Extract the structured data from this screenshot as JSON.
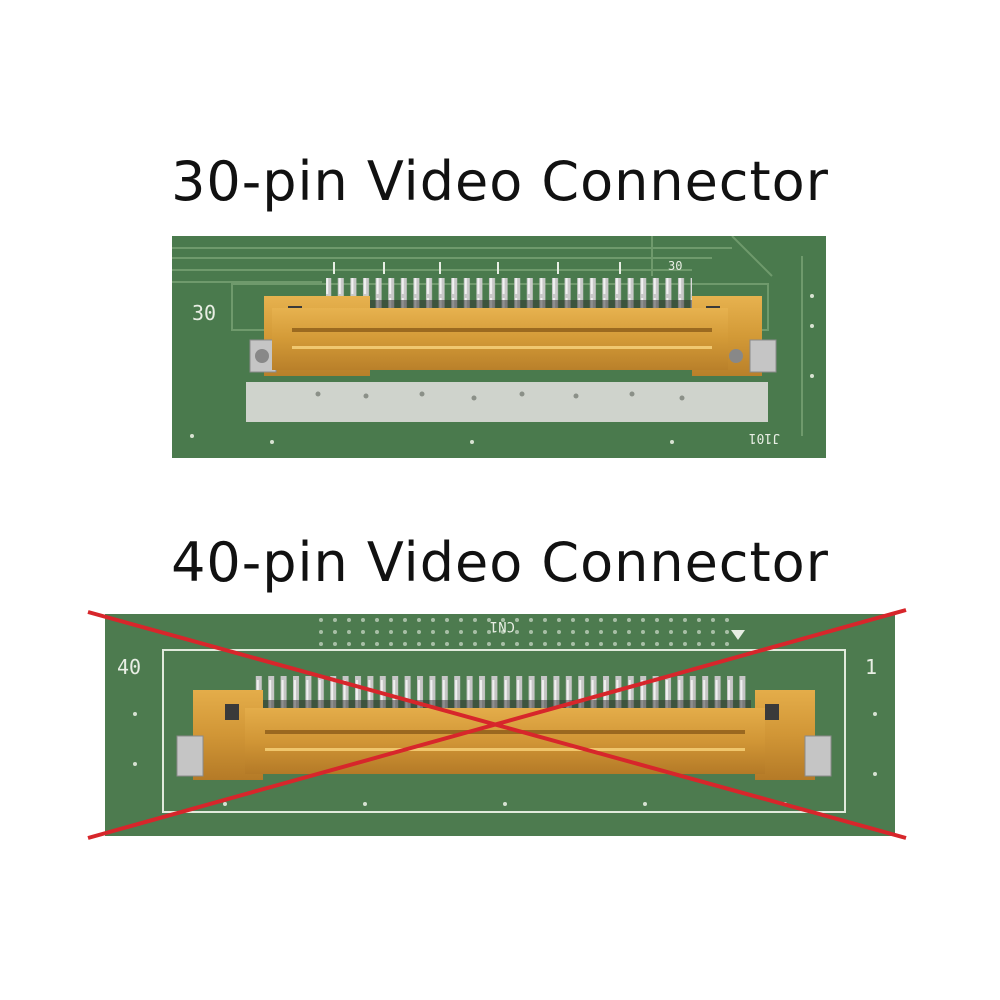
{
  "connectors": [
    {
      "title": "30-pin Video Connector",
      "board_label": "30",
      "pin_marker": "30",
      "designator": "J101",
      "pin_count": 30,
      "rejected": false
    },
    {
      "title": "40-pin Video Connector",
      "board_label_left": "40",
      "board_label_right": "1",
      "designator": "CN1",
      "pin_count": 40,
      "rejected": true
    }
  ],
  "colors": {
    "pcb_green": "#4c7a4e",
    "connector_gold": "#d9a441",
    "cross_red": "#d7262b",
    "title_text": "#111111"
  }
}
